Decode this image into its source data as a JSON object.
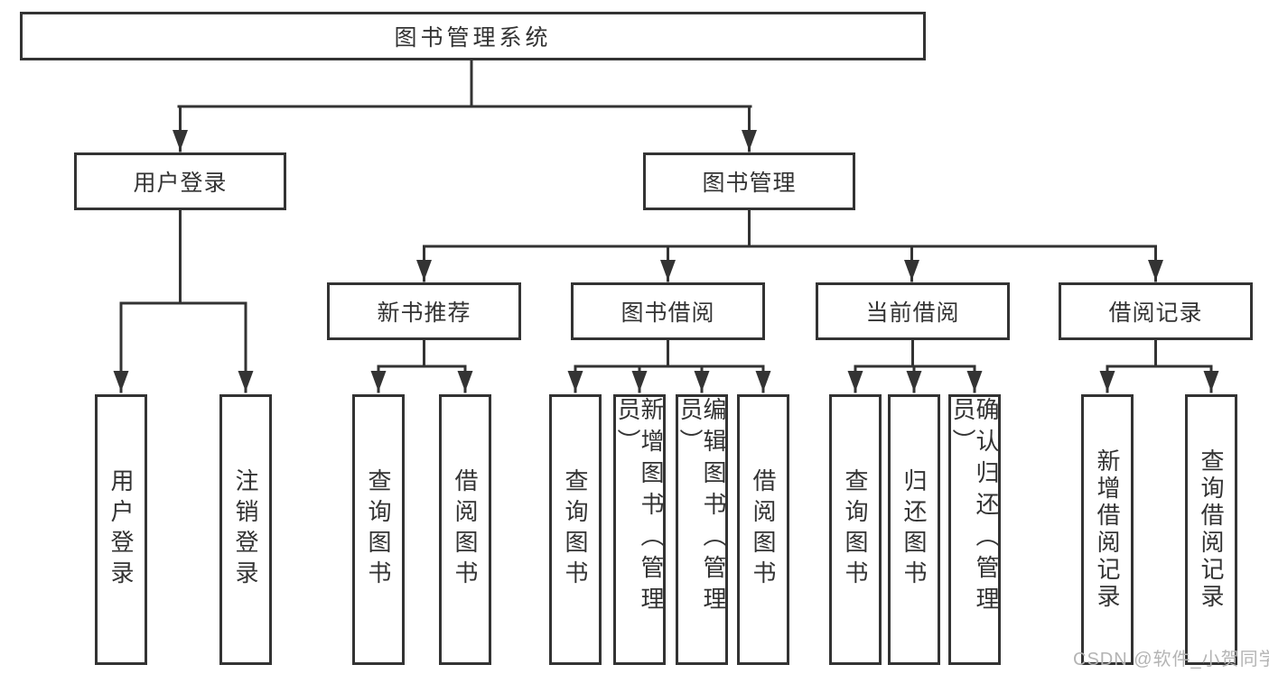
{
  "diagram": {
    "title": "图书管理系统",
    "watermark": "CSDN @软件_小贺同学",
    "colors": {
      "line": "#333333",
      "text": "#333333",
      "watermark": "#b4b4b4",
      "background": "#ffffff"
    },
    "nodes": {
      "user_login": {
        "label": "用户登录",
        "children": [
          "用户登录",
          "注销登录"
        ]
      },
      "book_management": {
        "label": "图书管理",
        "sections": [
          {
            "label": "新书推荐",
            "children": [
              "查询图书",
              "借阅图书"
            ]
          },
          {
            "label": "图书借阅",
            "children": [
              "查询图书",
              "新增图书（管理员）",
              "编辑图书（管理员）",
              "借阅图书"
            ]
          },
          {
            "label": "当前借阅",
            "children": [
              "查询图书",
              "归还图书",
              "确认归还（管理员）"
            ]
          },
          {
            "label": "借阅记录",
            "children": [
              "新增借阅记录",
              "查询借阅记录"
            ]
          }
        ]
      }
    }
  }
}
